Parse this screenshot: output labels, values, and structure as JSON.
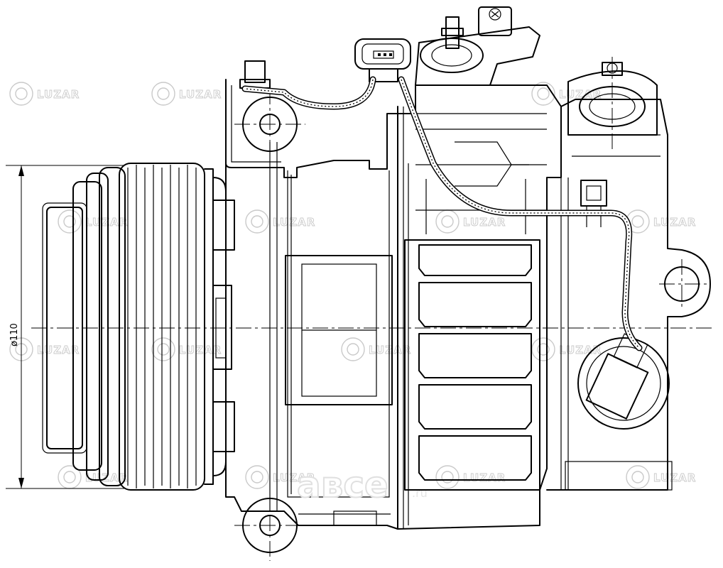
{
  "drawing": {
    "diameter_label": "ø110",
    "watermark_brand": "LUZAR",
    "shop_logo": "aвсе",
    "shop_logo_suffix": ".ru"
  },
  "colors": {
    "line": "#000000",
    "watermark": "#c9c9c9",
    "background": "#ffffff"
  }
}
